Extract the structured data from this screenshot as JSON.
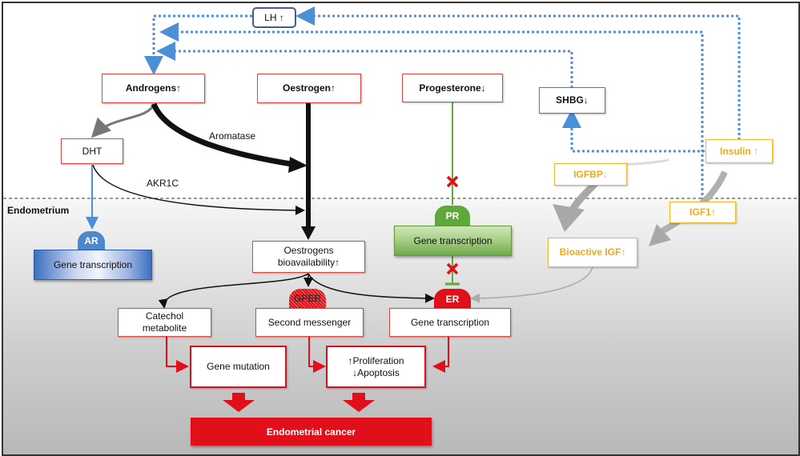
{
  "title": "Endometrial cancer hormonal pathways",
  "region_label": "Endometrium",
  "nodes": {
    "lh": "LH ↑",
    "androgens": "Androgens↑",
    "oestrogen": "Oestrogen↑",
    "progesterone": "Progesterone↓",
    "shbg": "SHBG↓",
    "insulin": "Insulin ↑",
    "igfbp": "IGFBP↓",
    "igf1": "IGF1↑",
    "bioactive_igf": "Bioactive IGF↑",
    "dht": "DHT",
    "oestrogens_bio_line1": "Oestrogens",
    "oestrogens_bio_line2": "bioavailability↑",
    "catechol_line1": "Catechol",
    "catechol_line2": "metabolite",
    "second_messenger": "Second messenger",
    "er_gene_transcription": "Gene transcription",
    "ar_gene_transcription": "Gene transcription",
    "pr_gene_transcription": "Gene transcription",
    "gene_mutation": "Gene mutation",
    "proliferation": "↑Proliferation",
    "apoptosis": "↓Apoptosis",
    "endometrial_cancer": "Endometrial cancer"
  },
  "receptors": {
    "ar": "AR",
    "pr": "PR",
    "er": "ER",
    "gper": "GPER"
  },
  "edge_labels": {
    "aromatase": "Aromatase",
    "akr1c": "AKR1C"
  },
  "colors": {
    "red": "#e00f1a",
    "box_border": "#e0453a",
    "yellow": "#f0b82a",
    "blue_dotted": "#4a8fd8",
    "green": "#5fa83a",
    "grey_arrow": "#a8a8a8"
  }
}
